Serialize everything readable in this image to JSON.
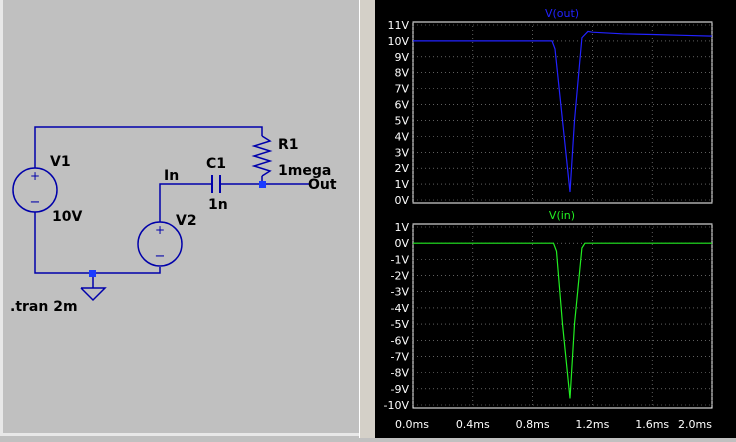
{
  "schematic": {
    "components": {
      "v1": {
        "name": "V1",
        "value": "10V"
      },
      "v2": {
        "name": "V2"
      },
      "c1": {
        "name": "C1",
        "value": "1n"
      },
      "r1": {
        "name": "R1",
        "value": "1mega"
      }
    },
    "nets": {
      "in": "In",
      "out": "Out"
    },
    "directive": ".tran 2m",
    "colors": {
      "wire": "#0000aa",
      "node": "#1a3cff",
      "background": "#c0c0c0"
    }
  },
  "plots": {
    "x_ticks": [
      "0.0ms",
      "0.4ms",
      "0.8ms",
      "1.2ms",
      "1.6ms",
      "2.0ms"
    ],
    "top": {
      "title": "V(out)",
      "color": "#2222ff",
      "y_ticks": [
        "11V",
        "10V",
        "9V",
        "8V",
        "7V",
        "6V",
        "5V",
        "4V",
        "3V",
        "2V",
        "1V",
        "0V"
      ]
    },
    "bottom": {
      "title": "V(in)",
      "color": "#22ee22",
      "y_ticks": [
        "1V",
        "0V",
        "-1V",
        "-2V",
        "-3V",
        "-4V",
        "-5V",
        "-6V",
        "-7V",
        "-8V",
        "-9V",
        "-10V"
      ]
    }
  },
  "chart_data": [
    {
      "type": "line",
      "title": "V(out)",
      "xlabel": "",
      "ylabel": "",
      "xlim": [
        0,
        2.0
      ],
      "ylim": [
        0,
        11
      ],
      "grid": true,
      "series": [
        {
          "name": "V(out)",
          "x": [
            0.0,
            0.93,
            0.95,
            1.0,
            1.05,
            1.08,
            1.13,
            1.17,
            1.2,
            1.4,
            1.6,
            1.8,
            2.0
          ],
          "y": [
            10.0,
            10.0,
            9.5,
            5.0,
            0.5,
            5.0,
            10.2,
            10.6,
            10.55,
            10.45,
            10.4,
            10.35,
            10.3
          ]
        }
      ]
    },
    {
      "type": "line",
      "title": "V(in)",
      "xlabel": "",
      "ylabel": "",
      "xlim": [
        0,
        2.0
      ],
      "ylim": [
        -10,
        1
      ],
      "grid": true,
      "series": [
        {
          "name": "V(in)",
          "x": [
            0.0,
            0.94,
            0.96,
            1.0,
            1.05,
            1.08,
            1.13,
            1.15,
            2.0
          ],
          "y": [
            0.0,
            0.0,
            -0.5,
            -5.0,
            -9.6,
            -5.0,
            -0.3,
            0.0,
            0.0
          ]
        }
      ]
    }
  ]
}
